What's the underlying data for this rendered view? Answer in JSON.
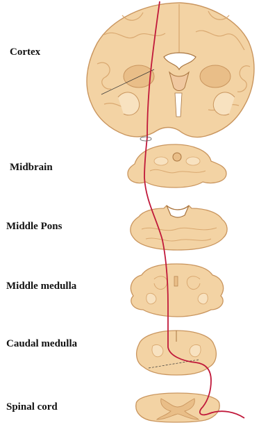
{
  "labels": {
    "cortex": "Cortex",
    "midbrain": "Midbrain",
    "middle_pons": "Middle Pons",
    "middle_medulla": "Middle medulla",
    "caudal_medulla": "Caudal medulla",
    "spinal_cord": "Spinal cord"
  },
  "colors": {
    "tissue": "#F3D3A4",
    "tissue_light": "#F8E2C0",
    "tissue_dark": "#D9A870",
    "outline": "#C9955E",
    "tract": "#C0183A",
    "ventricle": "#FFFFFF"
  }
}
